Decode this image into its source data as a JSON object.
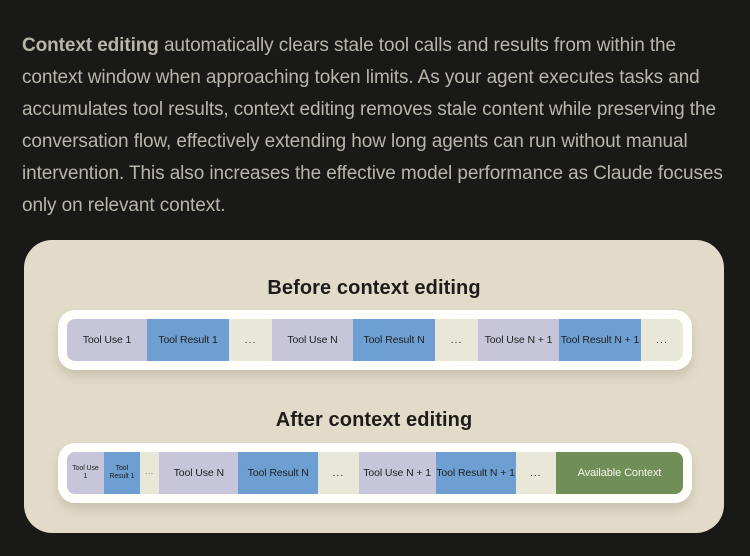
{
  "colors": {
    "page_bg": "#191917",
    "body_text": "#b8b5ab",
    "panel_bg": "#e2dbc9",
    "title_text": "#1d1c1a",
    "bar_bg": "#fffefb",
    "seg_text": "#21211f",
    "tool_use": "#c7c5da",
    "tool_result": "#6d9fd3",
    "dots": "#e9e8d8",
    "available": "#708e58",
    "available_text": "#f7f5ee"
  },
  "intro": {
    "lead": "Context editing",
    "rest": " automatically clears stale tool calls and results from within the context window when approaching token limits. As your agent executes tasks and accumulates tool results, context editing removes stale content while preserving the conversation flow, effectively extending how long agents can run without manual intervention. This also increases the effective model performance as Claude focuses only on relevant context."
  },
  "diagram": {
    "before": {
      "title": "Before context editing",
      "segments": [
        {
          "label": "Tool Use 1",
          "type": "use",
          "w": 80
        },
        {
          "label": "Tool Result 1",
          "type": "result",
          "w": 82
        },
        {
          "label": "...",
          "type": "dots",
          "w": 43
        },
        {
          "label": "Tool Use N",
          "type": "use",
          "w": 81
        },
        {
          "label": "Tool Result N",
          "type": "result",
          "w": 82
        },
        {
          "label": "...",
          "type": "dots",
          "w": 43
        },
        {
          "label": "Tool Use N + 1",
          "type": "use",
          "w": 81
        },
        {
          "label": "Tool Result N + 1",
          "type": "result",
          "w": 82
        },
        {
          "label": "...",
          "type": "dots",
          "w": 42
        }
      ]
    },
    "after": {
      "title": "After context editing",
      "segments": [
        {
          "label": "Tool Use 1",
          "type": "use",
          "w": 30,
          "small": true
        },
        {
          "label": "Tool Result 1",
          "type": "result",
          "w": 29,
          "small": true
        },
        {
          "label": "...",
          "type": "dots",
          "w": 12,
          "small": true
        },
        {
          "label": "Tool Use N",
          "type": "use",
          "w": 82
        },
        {
          "label": "Tool Result N",
          "type": "result",
          "w": 83
        },
        {
          "label": "...",
          "type": "dots",
          "w": 42
        },
        {
          "label": "Tool Use N + 1",
          "type": "use",
          "w": 80
        },
        {
          "label": "Tool Result N + 1",
          "type": "result",
          "w": 83
        },
        {
          "label": "...",
          "type": "dots",
          "w": 42
        },
        {
          "label": "Available Context",
          "type": "available",
          "w": 132
        }
      ]
    }
  }
}
